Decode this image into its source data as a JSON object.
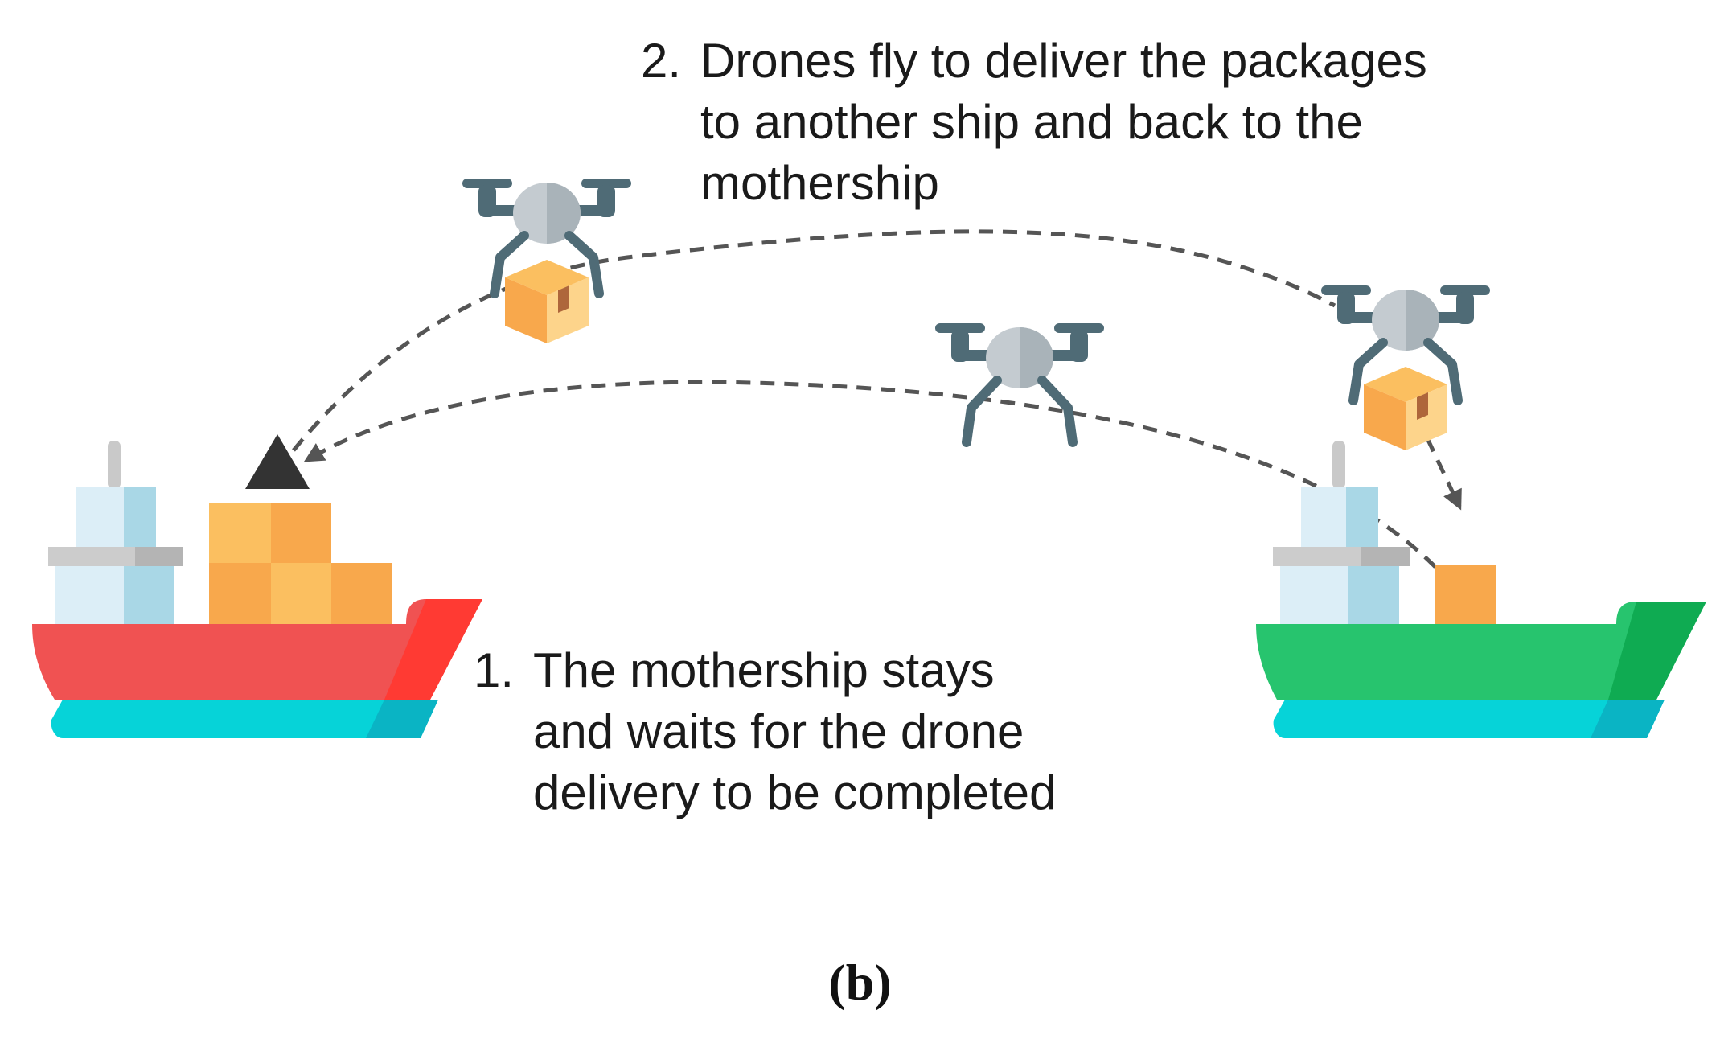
{
  "step2": {
    "number": "2.",
    "lines": [
      "Drones fly to deliver the packages",
      "to another ship and back to the",
      "mothership"
    ]
  },
  "step1": {
    "number": "1.",
    "lines": [
      "The mothership stays",
      "and waits for the drone",
      "delivery to be completed"
    ]
  },
  "subfigure_label": "(b)",
  "icons": {
    "mothership": "cargo-ship-icon",
    "other_ship": "cargo-ship-icon",
    "drone_with_package": "drone-icon",
    "drone_empty": "drone-icon",
    "launch_marker": "triangle-icon"
  },
  "colors": {
    "mothership_hull": "#f05252",
    "other_ship_hull": "#27c46e",
    "waterline": "#06d3d8",
    "package": "#f8a84c",
    "drone_body": "#c4cbd0",
    "drone_arm": "#4f6b76",
    "arrow": "#555555"
  }
}
